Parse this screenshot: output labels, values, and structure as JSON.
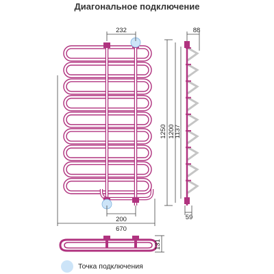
{
  "title": "Диагональное подключение",
  "legend": {
    "label": "Точка подключения",
    "marker_color": "#cce4f8",
    "marker": "connection-point"
  },
  "colors": {
    "tube_outer": "#b0337f",
    "tube_inner": "#ffffff",
    "ghost_tube": "#c5c5c5",
    "dimension": "#444444"
  },
  "dimensions": {
    "top_width": "232",
    "bottom_axis": "200",
    "total_width": "670",
    "height_total": "1250",
    "height_mid": "1200",
    "height_axis": "1137",
    "depth_top": "88",
    "depth_bottom": "59",
    "depth_profile": "131"
  },
  "loops": 9
}
